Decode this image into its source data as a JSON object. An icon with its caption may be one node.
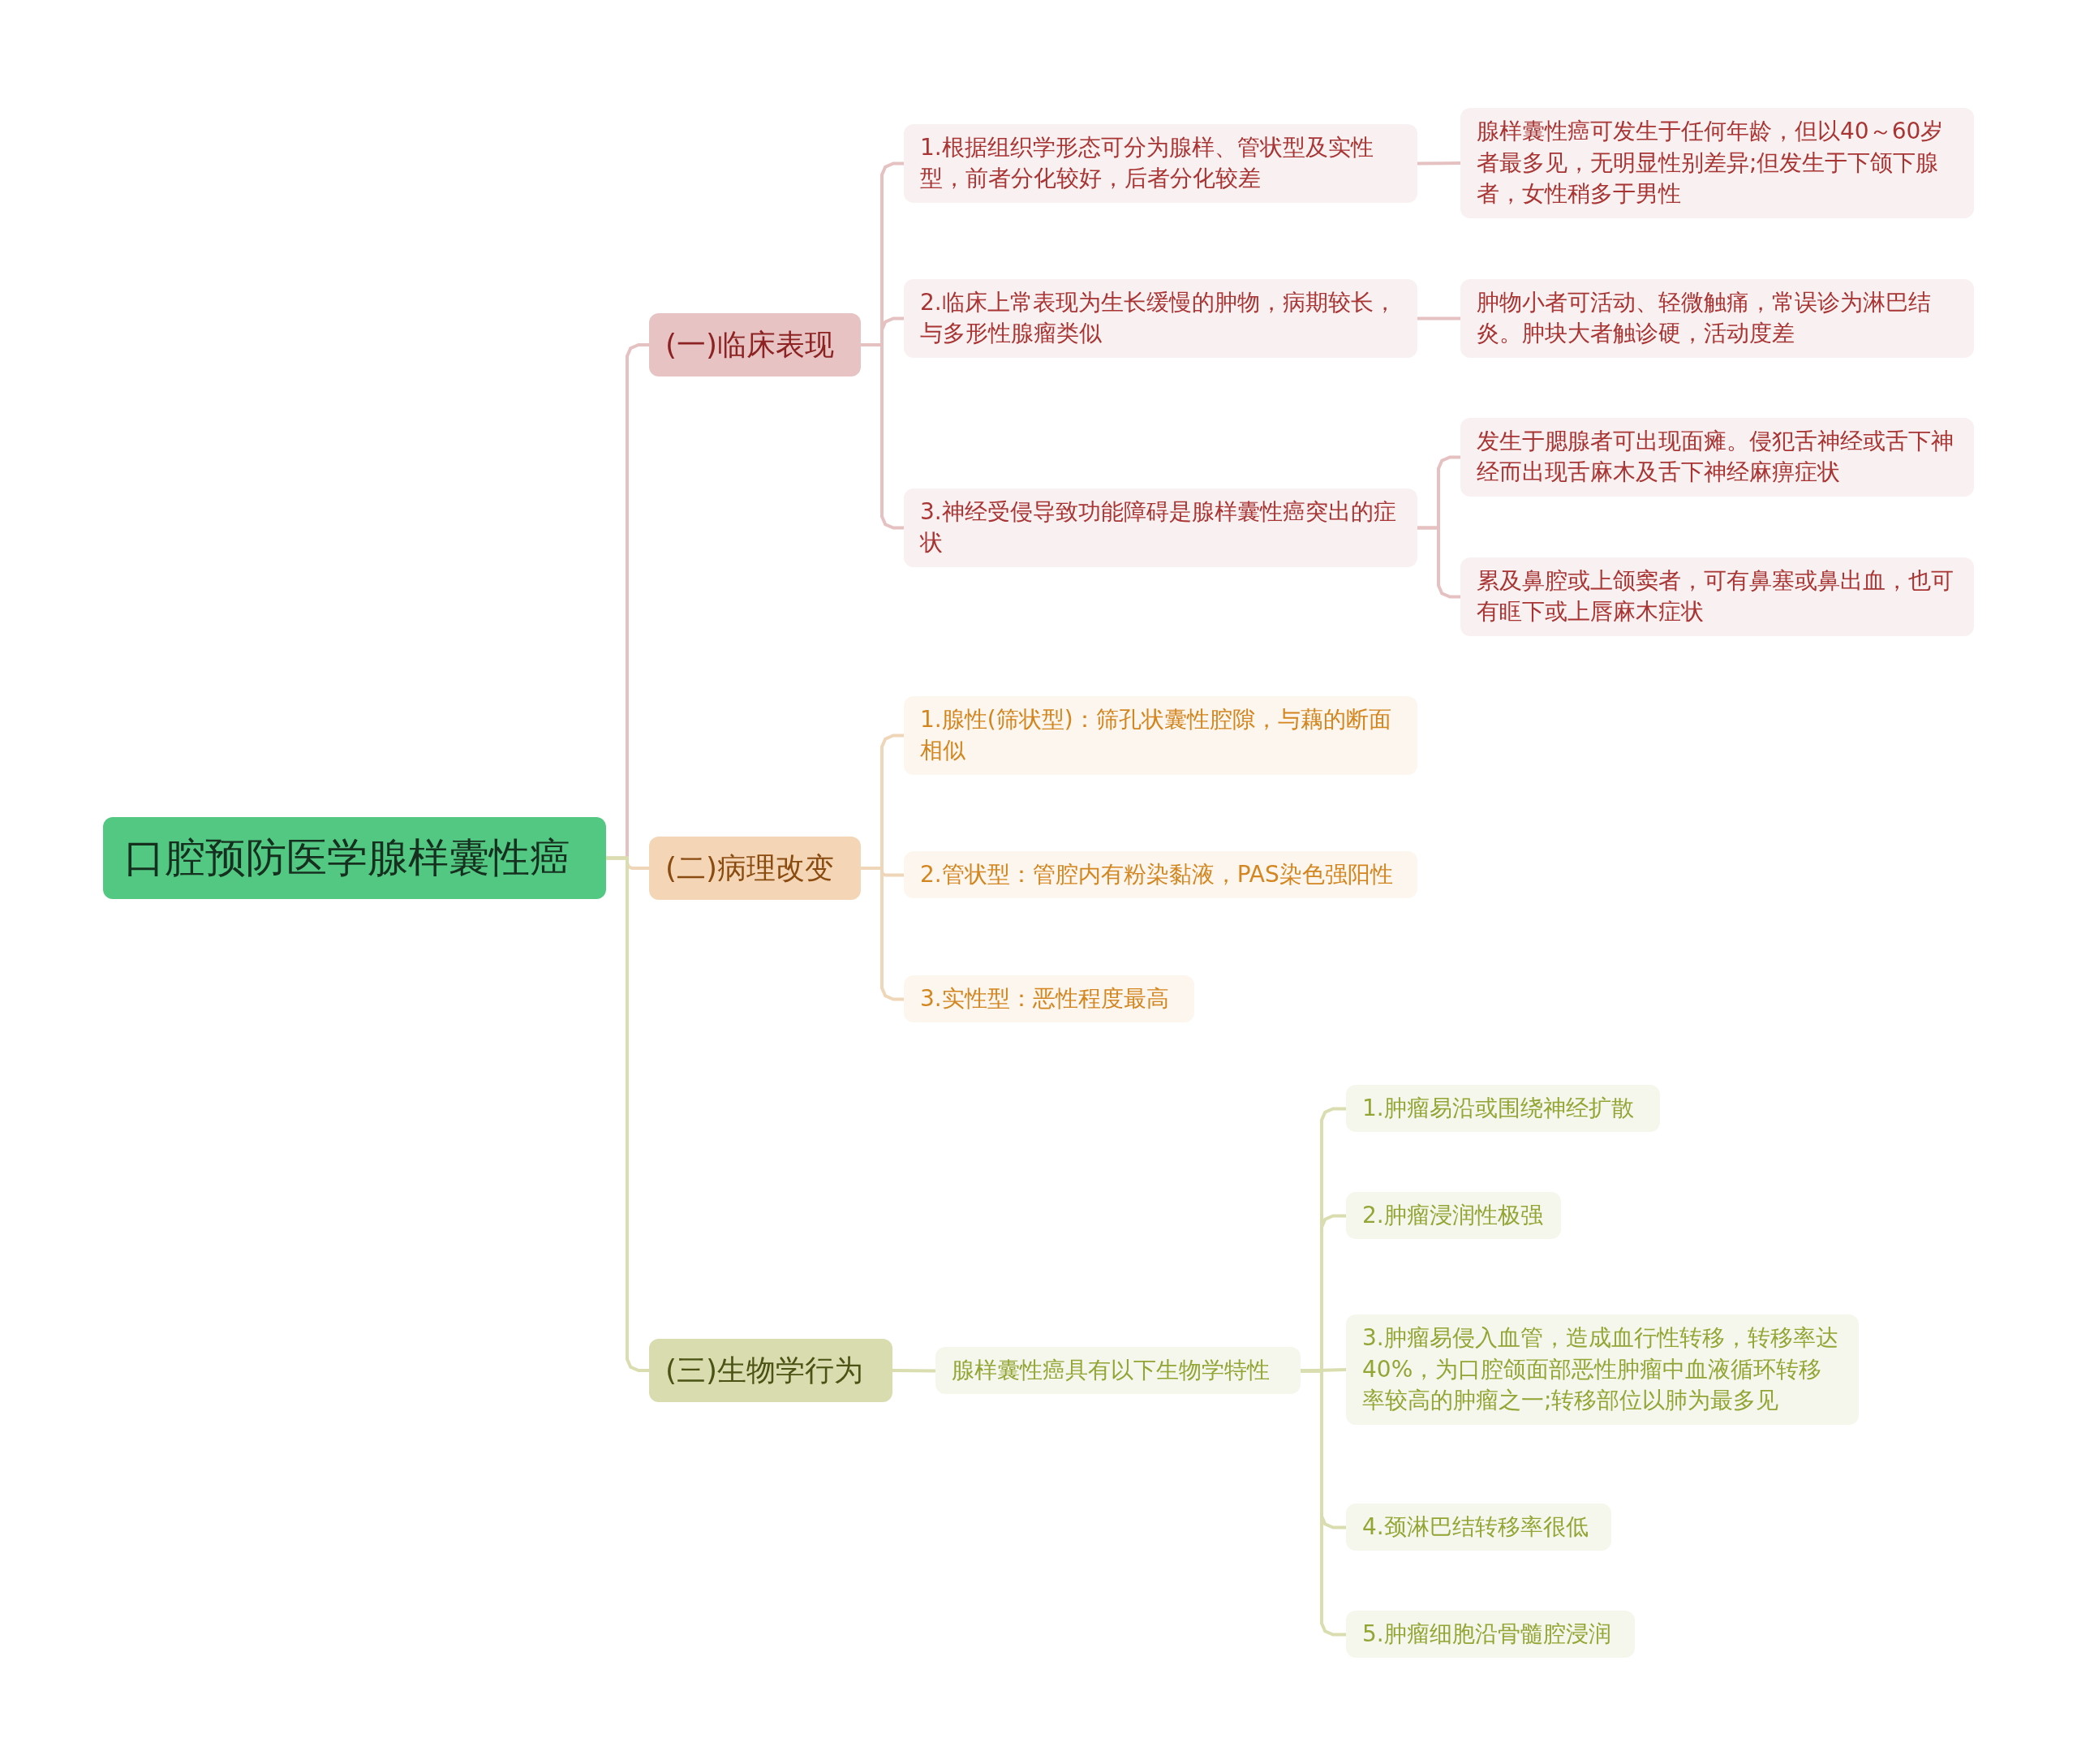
{
  "diagram": {
    "nodes": [
      {
        "text": [
          "口腔预防医学腺样囊性癌"
        ]
      },
      {
        "text": [
          "(一)临床表现"
        ]
      },
      {
        "text": [
          "1.根据组织学形态可分为腺样、管状型及实性型，前者分化较好，后者分化较差"
        ]
      },
      {
        "text": [
          "腺样囊性癌可发生于任何年龄，但以40～60岁者最多见，无明显性别差异;但发生于下颌下腺者，女性稍多于男性"
        ]
      },
      {
        "text": [
          "2.临床上常表现为生长缓慢的肿物，病期较长，与多形性腺瘤类似"
        ]
      },
      {
        "text": [
          "肿物小者可活动、轻微触痛，常误诊为淋巴结炎。肿块大者触诊硬，活动度差"
        ]
      },
      {
        "text": [
          "3.神经受侵导致功能障碍是腺样囊性癌突出的症状"
        ]
      },
      {
        "text": [
          "发生于腮腺者可出现面瘫。侵犯舌神经或舌下神经而出现舌麻木及舌下神经麻痹症状"
        ]
      },
      {
        "text": [
          "累及鼻腔或上颌窦者，可有鼻塞或鼻出血，也可有眶下或上唇麻木症状"
        ]
      },
      {
        "text": [
          "(二)病理改变"
        ]
      },
      {
        "text": [
          "1.腺性(筛状型)：筛孔状囊性腔隙，与藕的断面相似"
        ]
      },
      {
        "text": [
          "2.管状型：管腔内有粉染黏液，PAS染色强阳性"
        ]
      },
      {
        "text": [
          "3.实性型：恶性程度最高"
        ]
      },
      {
        "text": [
          "(三)生物学行为"
        ]
      },
      {
        "text": [
          "腺样囊性癌具有以下生物学特性"
        ]
      },
      {
        "text": [
          "1.肿瘤易沿或围绕神经扩散"
        ]
      },
      {
        "text": [
          "2.肿瘤浸润性极强"
        ]
      },
      {
        "text": [
          "3.肿瘤易侵入血管，造成血行性转移，转移率达40%，为口腔颌面部恶性肿瘤中血液循环转移率较高的肿瘤之一;转移部位以肺为最多见"
        ]
      },
      {
        "text": [
          "4.颈淋巴结转移率很低"
        ]
      },
      {
        "text": [
          "5.肿瘤细胞沿骨髓腔浸润"
        ]
      }
    ],
    "edges": [
      {
        "from": 0,
        "to": 1,
        "arrow": "none",
        "color": "#e6c1c1"
      },
      {
        "from": 0,
        "to": 9,
        "arrow": "none",
        "color": "#f0d6b8"
      },
      {
        "from": 0,
        "to": 13,
        "arrow": "none",
        "color": "#d9ddb0"
      },
      {
        "from": 1,
        "to": 2,
        "arrow": "none",
        "color": "#e6c1c1"
      },
      {
        "from": 1,
        "to": 4,
        "arrow": "none",
        "color": "#e6c1c1"
      },
      {
        "from": 1,
        "to": 6,
        "arrow": "none",
        "color": "#e6c1c1"
      },
      {
        "from": 2,
        "to": 3,
        "arrow": "none",
        "color": "#e6c1c1"
      },
      {
        "from": 4,
        "to": 5,
        "arrow": "none",
        "color": "#e6c1c1"
      },
      {
        "from": 6,
        "to": 7,
        "arrow": "none",
        "color": "#e6c1c1"
      },
      {
        "from": 6,
        "to": 8,
        "arrow": "none",
        "color": "#e6c1c1"
      },
      {
        "from": 9,
        "to": 10,
        "arrow": "none",
        "color": "#f0d6b8"
      },
      {
        "from": 9,
        "to": 11,
        "arrow": "none",
        "color": "#f0d6b8"
      },
      {
        "from": 9,
        "to": 12,
        "arrow": "none",
        "color": "#f0d6b8"
      },
      {
        "from": 13,
        "to": 14,
        "arrow": "none",
        "color": "#d9ddb0"
      },
      {
        "from": 14,
        "to": 15,
        "arrow": "none",
        "color": "#d9ddb0"
      },
      {
        "from": 14,
        "to": 16,
        "arrow": "none",
        "color": "#d9ddb0"
      },
      {
        "from": 14,
        "to": 17,
        "arrow": "none",
        "color": "#d9ddb0"
      },
      {
        "from": 14,
        "to": 18,
        "arrow": "none",
        "color": "#d9ddb0"
      },
      {
        "from": 14,
        "to": 19,
        "arrow": "none",
        "color": "#d9ddb0"
      }
    ]
  }
}
